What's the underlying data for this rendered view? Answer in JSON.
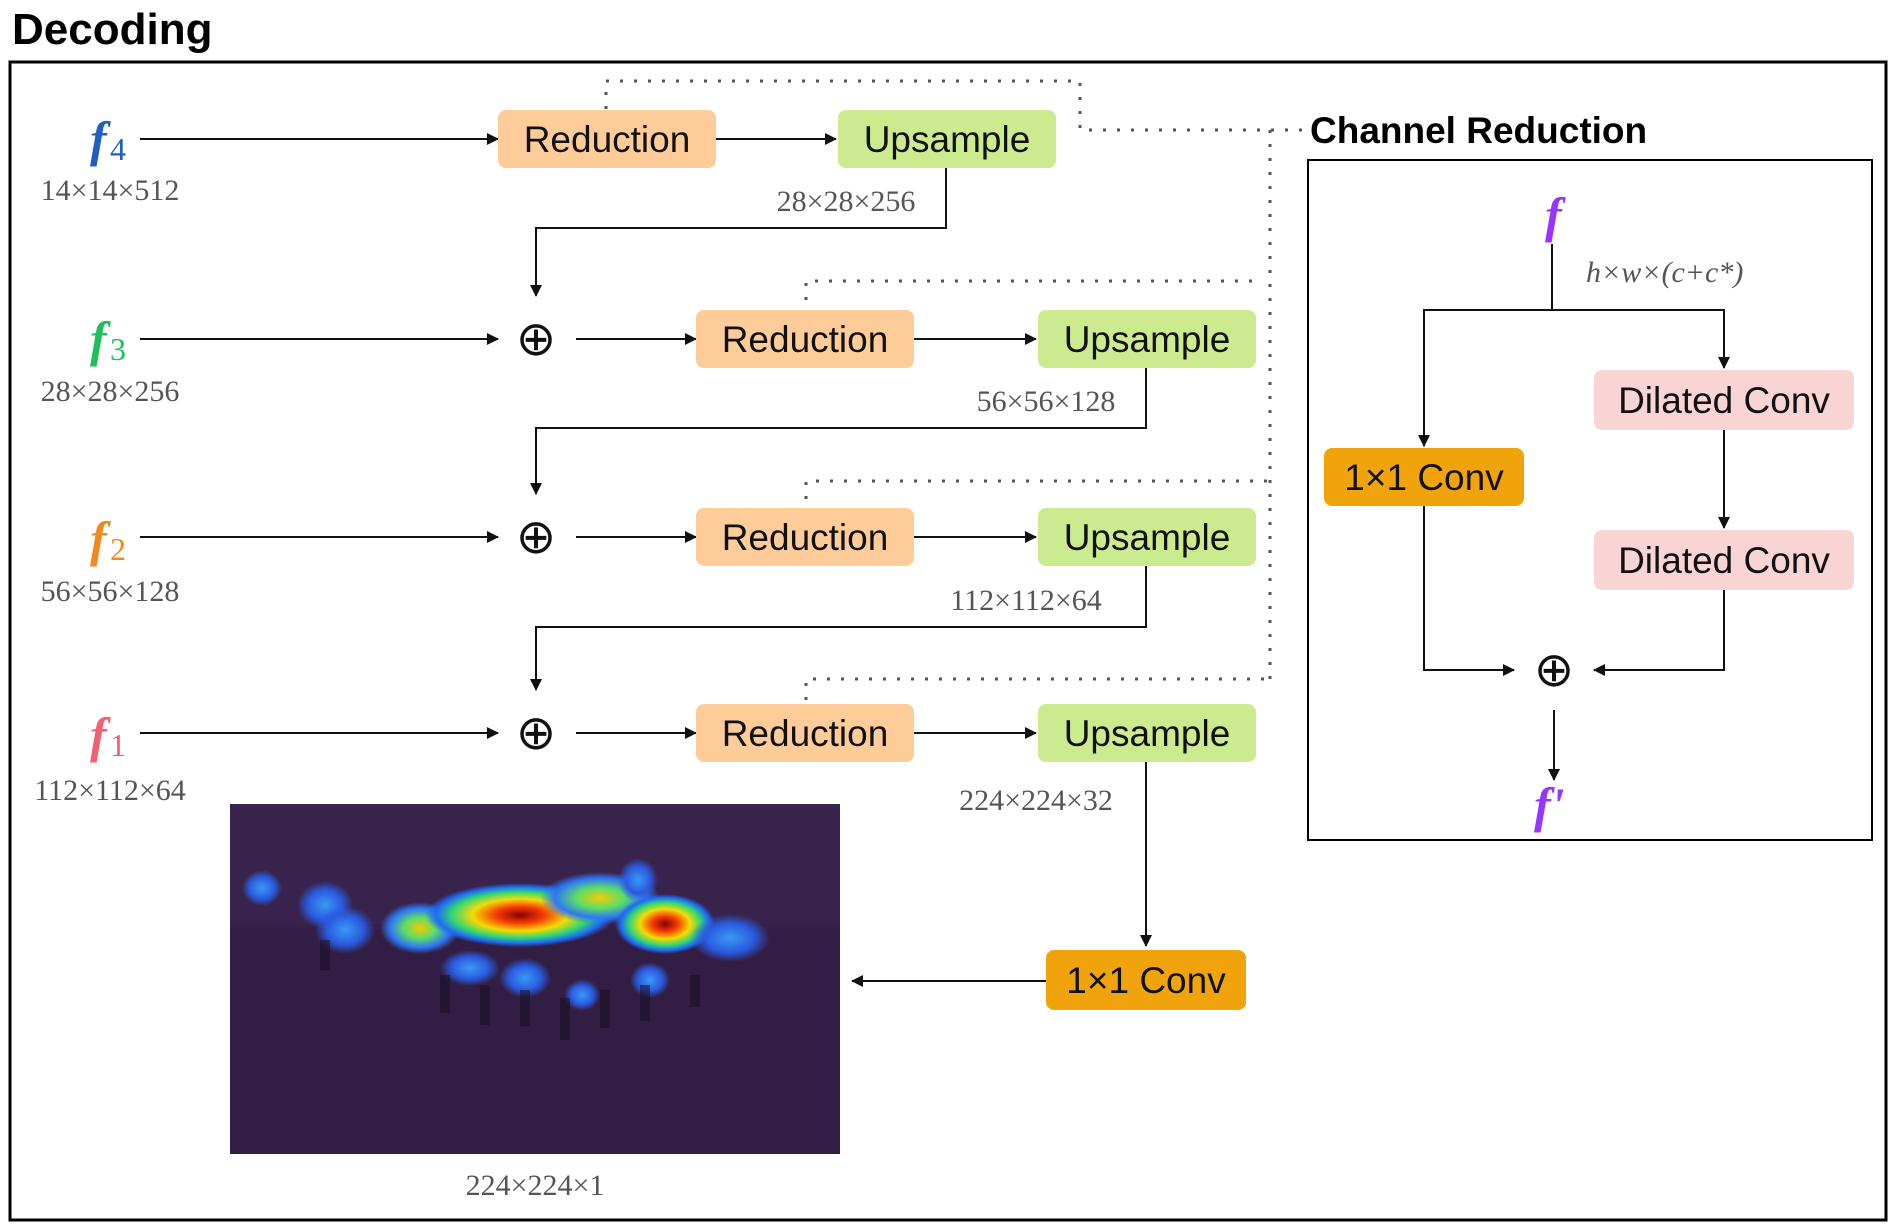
{
  "title": "Decoding",
  "panel_title": "Channel Reduction",
  "colors": {
    "f4": "#1f5fbf",
    "f3": "#1fbf5a",
    "f2": "#f08a1c",
    "f1": "#f06070",
    "f_purple": "#9933ff",
    "reduction_box": "#fdcc99",
    "upsample_box": "#cceb8f",
    "conv_box": "#f0a30a",
    "dilated_box": "#f9d4d4"
  },
  "features": [
    {
      "symbol": "f",
      "sub": "4",
      "dims": "14×14×512"
    },
    {
      "symbol": "f",
      "sub": "3",
      "dims": "28×28×256"
    },
    {
      "symbol": "f",
      "sub": "2",
      "dims": "56×56×128"
    },
    {
      "symbol": "f",
      "sub": "1",
      "dims": "112×112×64"
    }
  ],
  "stages": [
    {
      "reduction": "Reduction",
      "upsample": "Upsample",
      "out_dims": "28×28×256"
    },
    {
      "reduction": "Reduction",
      "upsample": "Upsample",
      "out_dims": "56×56×128"
    },
    {
      "reduction": "Reduction",
      "upsample": "Upsample",
      "out_dims": "112×112×64"
    },
    {
      "reduction": "Reduction",
      "upsample": "Upsample",
      "out_dims": "224×224×32"
    }
  ],
  "final_conv": "1×1 Conv",
  "output_dims": "224×224×1",
  "plus_symbol": "⊕",
  "channel_reduction": {
    "input_symbol": "f",
    "input_dims": "h×w×(c+c*)",
    "conv": "1×1 Conv",
    "dilated_1": "Dilated Conv",
    "dilated_2": "Dilated Conv",
    "output_symbol": "f'"
  }
}
